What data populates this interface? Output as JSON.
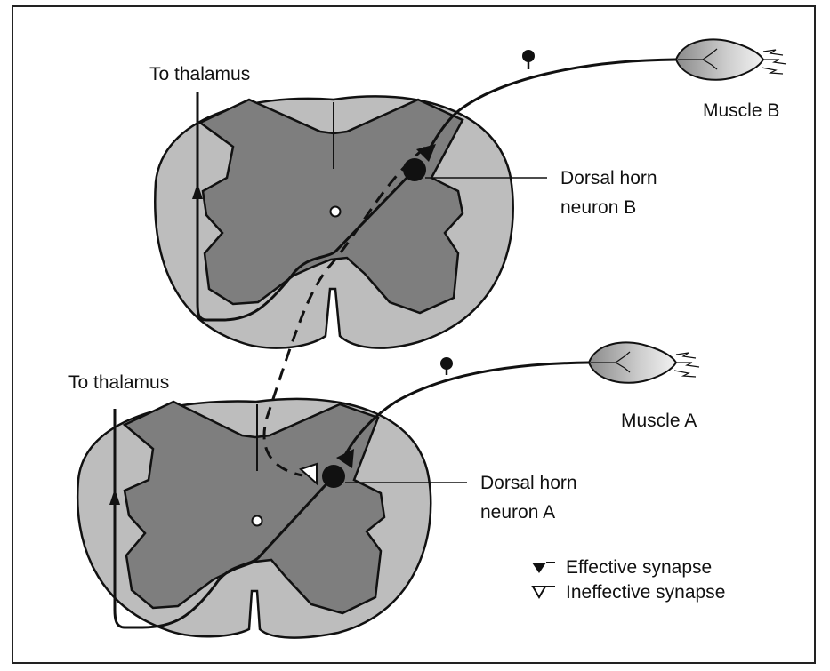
{
  "labels": {
    "thalamus_top": "To thalamus",
    "thalamus_bottom": "To thalamus",
    "muscle_b": "Muscle B",
    "muscle_a": "Muscle A",
    "neuron_b_line1": "Dorsal horn",
    "neuron_b_line2": "neuron B",
    "neuron_a_line1": "Dorsal horn",
    "neuron_a_line2": "neuron A"
  },
  "legend": {
    "effective": "Effective synapse",
    "ineffective": "Ineffective synapse"
  },
  "colors": {
    "white_matter": "#bdbdbd",
    "grey_matter": "#7e7e7e",
    "stroke": "#111111",
    "frame": "#222222"
  }
}
